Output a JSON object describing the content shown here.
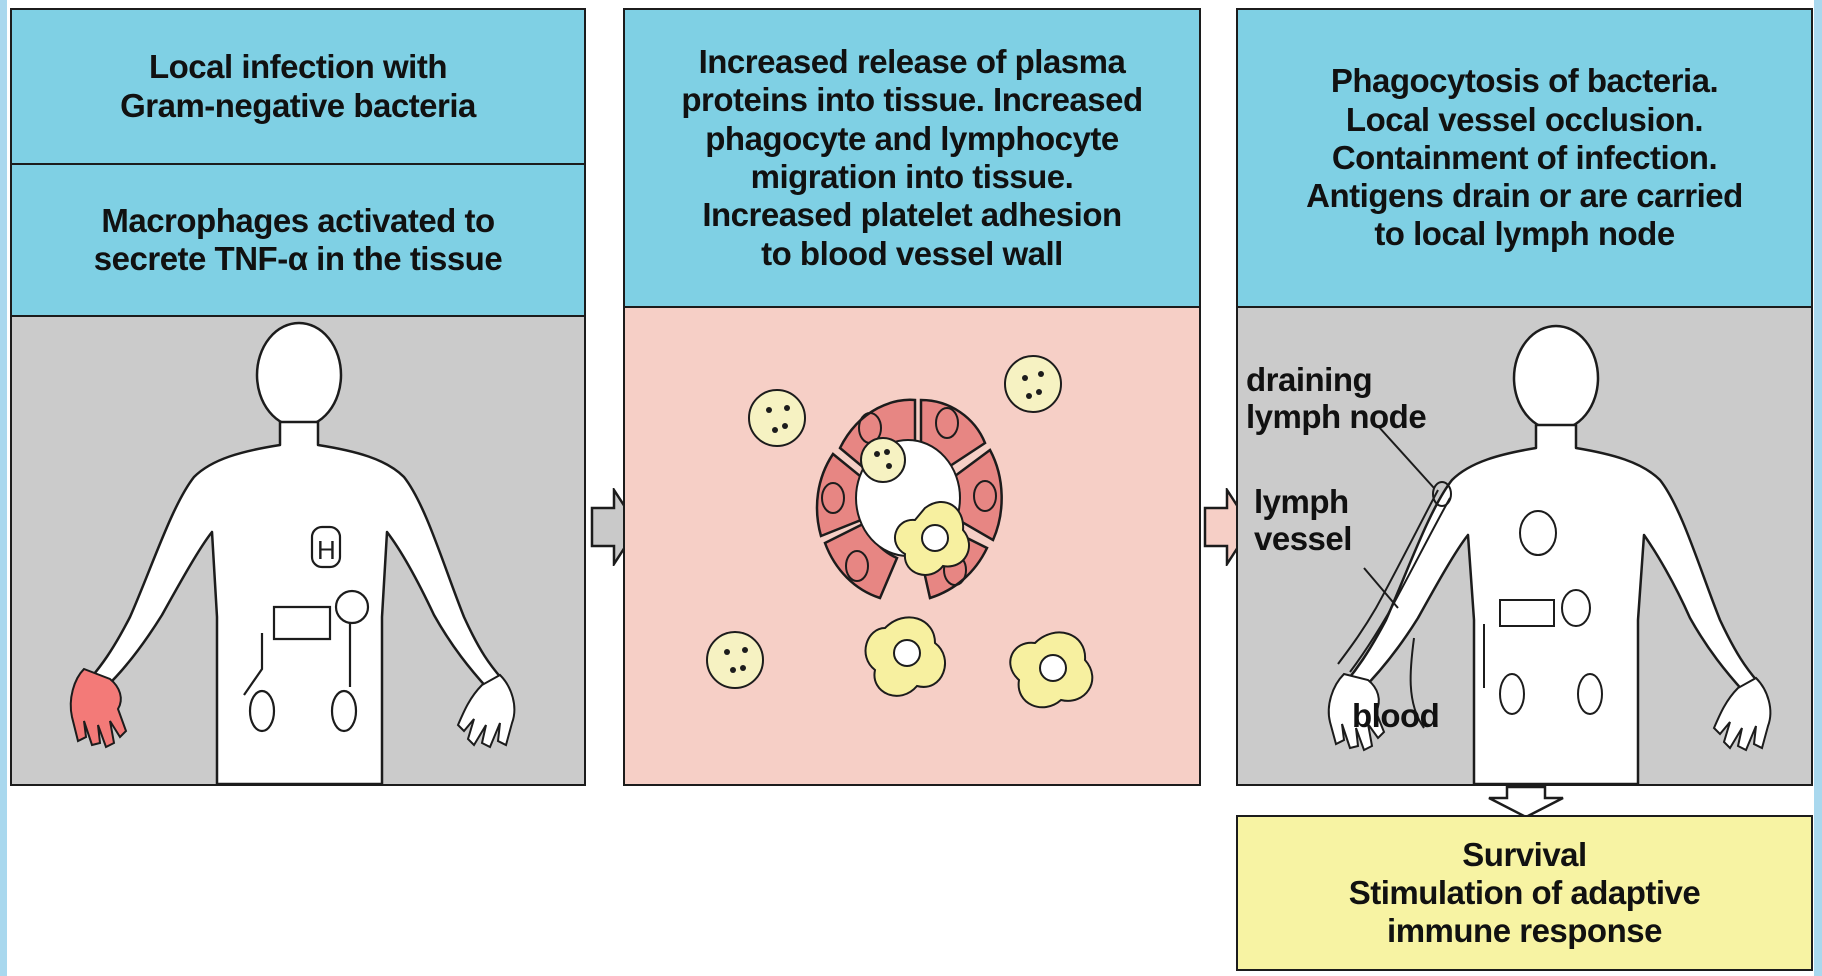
{
  "panel1": {
    "caption_top": "Local infection with\nGram-negative bacteria",
    "caption_bottom": "Macrophages activated to\nsecrete TNF-α in the tissue"
  },
  "panel2": {
    "caption": "Increased release of plasma\nproteins into tissue. Increased\nphagocyte and lymphocyte\nmigration into tissue.\nIncreased platelet adhesion\nto blood vessel wall"
  },
  "panel3": {
    "caption": "Phagocytosis of bacteria.\nLocal vessel occlusion.\nContainment of infection.\nAntigens drain or are carried\nto local lymph node",
    "labels": {
      "draining_lymph_node": "draining\nlymph node",
      "lymph_vessel": "lymph\nvessel",
      "blood": "blood"
    }
  },
  "panel4": {
    "caption": "Survival\nStimulation of adaptive\nimmune response"
  },
  "colors": {
    "caption_blue": "#7fd0e4",
    "panel_grey": "#cbcbcb",
    "tissue_pink": "#f6cfc6",
    "result_yellow": "#f7f3a3",
    "infection_red": "#f37a78"
  },
  "icons": [
    "body-outline",
    "flow-arrow",
    "blood-vessel",
    "bacteria-cluster",
    "phagocyte"
  ]
}
